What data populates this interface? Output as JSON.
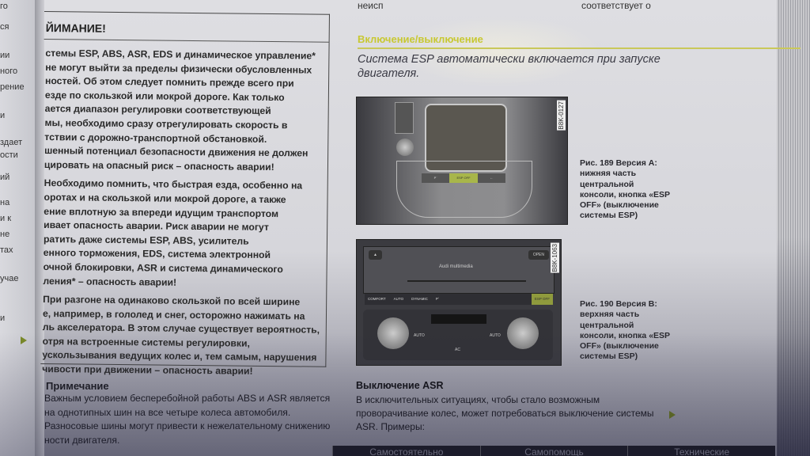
{
  "left_page": {
    "fragments": [
      "го",
      "ся",
      "ии",
      "ного",
      "рение",
      "и",
      "здает",
      "ости",
      "ий",
      "на",
      "и к",
      "не",
      "тах",
      "учае",
      "и"
    ]
  },
  "top_fragments": {
    "left": "неисп",
    "right": "соответствует о"
  },
  "warning": {
    "title": "ЙИМАНИЕ!",
    "lines": [
      "стемы ESP, ABS, ASR, EDS и динамическое управление*",
      "не могут выйти за пределы физически обусловленных",
      "ностей. Об этом следует помнить прежде всего при",
      "езде по скользкой или мокрой дороге. Как только",
      "ается диапазон регулировки соответствующей",
      "мы, необходимо сразу отрегулировать скорость в",
      "тствии с дорожно-транспортной обстановкой.",
      "шенный потенциал безопасности движения не должен",
      "цировать на опасный риск – опасность аварии!",
      "Необходимо помнить, что быстрая езда, особенно на",
      "оротах и на скользкой или мокрой дороге, а также",
      "ение вплотную за впереди идущим транспортом",
      "ивает опасность аварии. Риск аварии не могут",
      "ратить даже системы ESP, ABS, усилитель",
      "енного торможения, EDS, система электронной",
      "очной блокировки, ASR и система динамического",
      "ления* – опасность аварии!",
      "При разгоне на одинаково скользкой по всей ширине",
      "е, например, в гололед и снег, осторожно нажимать на",
      "ль акселератора. В этом случае существует вероятность,",
      "отря на встроенные системы регулировки,",
      "ускользывания ведущих колес и, тем самым, нарушения",
      "чивости при движении – опасность аварии!"
    ]
  },
  "note": {
    "title": "Примечание",
    "lines": [
      "Важным условием бесперебойной работы ABS и ASR является",
      "на однотипных шин на все четыре колеса автомобиля.",
      "Разносовые шины могут привести к нежелательному снижению",
      "ности двигателя."
    ]
  },
  "section": {
    "heading": "Включение/выключение",
    "intro_lines": [
      "Система ESP автоматически включается при запуске",
      "двигателя."
    ]
  },
  "figures": [
    {
      "code": "B8K-0127",
      "buttons": [
        "P`",
        "ESP OFF",
        "←"
      ],
      "caption_lines": [
        "Рис. 189   Версия A:",
        "нижняя часть",
        "центральной",
        "консоли, кнопка «ESP",
        "OFF» (выключение",
        "системы ESP)"
      ]
    },
    {
      "code": "B8K-1063",
      "brand": "Audi multimedia",
      "open_label": "OPEN",
      "strip_labels": [
        "COMFORT",
        "AUTO",
        "DYNAMIC",
        "P`",
        "ESP OFF"
      ],
      "climate_labels": [
        "AUTO",
        "AUTO",
        "AC"
      ],
      "caption_lines": [
        "Рис. 190   Версия B:",
        "верхняя часть",
        "центральной",
        "консоли, кнопка «ESP",
        "OFF» (выключение",
        "системы ESP)"
      ]
    }
  ],
  "asr": {
    "heading": "Выключение ASR",
    "lines": [
      "В исключительных ситуациях, чтобы стало возможным",
      "проворачивание колес, может потребоваться выключение системы",
      "ASR. Примеры:"
    ]
  },
  "footer_tabs": [
    "Самостоятельно",
    "Самопомощь",
    "Технические"
  ],
  "colors": {
    "accent": "#c8c832",
    "esp_button": "#a8b64a",
    "arrow": "#6b7a20"
  }
}
